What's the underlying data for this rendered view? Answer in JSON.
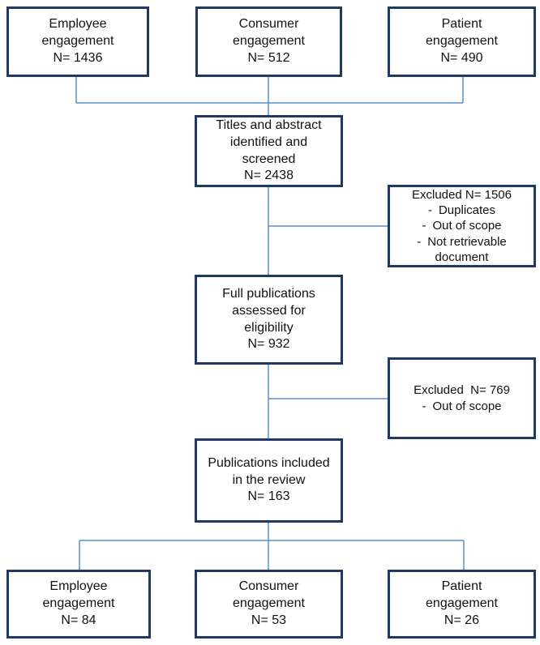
{
  "sources": [
    {
      "lines": [
        "Employee",
        "engagement",
        "N= 1436"
      ]
    },
    {
      "lines": [
        "Consumer",
        "engagement",
        "N= 512"
      ]
    },
    {
      "lines": [
        "Patient",
        "engagement",
        "N= 490"
      ]
    }
  ],
  "screened": {
    "lines": [
      "Titles and abstract",
      "identified and",
      "screened",
      "N= 2438"
    ]
  },
  "excluded_1": {
    "title": "Excluded N= 1506",
    "items": [
      "Duplicates",
      "Out of scope",
      "Not retrievable"
    ],
    "item_continuation": "document"
  },
  "assessed": {
    "lines": [
      "Full publications",
      "assessed for",
      "eligibility",
      "N= 932"
    ]
  },
  "excluded_2": {
    "title": "Excluded  N= 769",
    "items": [
      "Out of scope"
    ]
  },
  "included": {
    "lines": [
      "Publications included",
      "in the review",
      "N= 163"
    ]
  },
  "results": [
    {
      "lines": [
        "Employee",
        "engagement",
        "N= 84"
      ]
    },
    {
      "lines": [
        "Consumer",
        "engagement",
        "N= 53"
      ]
    },
    {
      "lines": [
        "Patient",
        "engagement",
        "N= 26"
      ]
    }
  ],
  "colors": {
    "box_border": "#1f3864",
    "connector": "#5b8fc7"
  }
}
